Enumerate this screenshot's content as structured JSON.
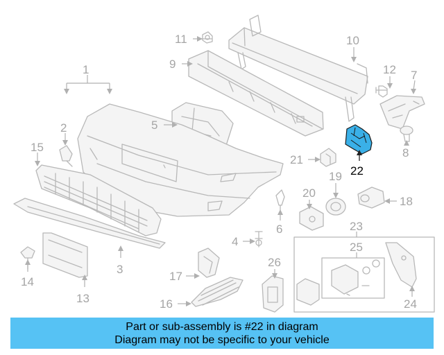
{
  "diagram": {
    "callouts": [
      "1",
      "2",
      "3",
      "4",
      "5",
      "6",
      "7",
      "8",
      "9",
      "10",
      "11",
      "12",
      "13",
      "14",
      "15",
      "16",
      "17",
      "18",
      "19",
      "20",
      "21",
      "22",
      "23",
      "24",
      "25",
      "26"
    ],
    "highlighted_part": "22",
    "highlight_color": "#3ab0e8",
    "line_color": "#b0b0b0"
  },
  "banner": {
    "line1": "Part or sub-assembly is #22 in diagram",
    "line2": "Diagram may not be specific to your vehicle",
    "background": "#56c2f4"
  }
}
